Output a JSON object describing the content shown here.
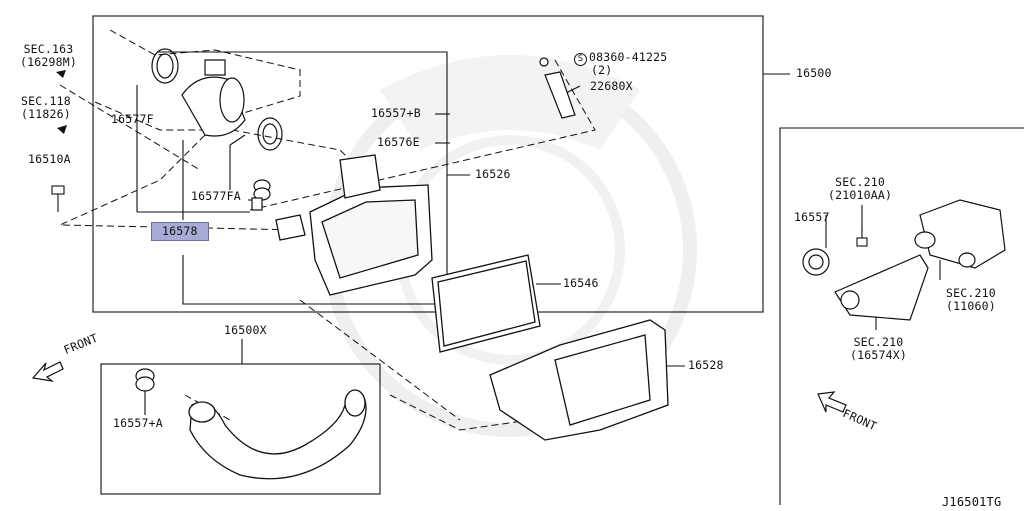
{
  "diagram_id": "J16501TG",
  "labels": {
    "p16500": "16500",
    "p16500x": "16500X",
    "p16526": "16526",
    "p16528": "16528",
    "p16546": "16546",
    "p16510a": "16510A",
    "p16557": "16557",
    "p16557a": "16557+A",
    "p16557b": "16557+B",
    "p16576e": "16576E",
    "p16577f": "16577F",
    "p16577fa": "16577FA",
    "p16578": "16578",
    "p22680x": "22680X",
    "bolt_spec": "08360-41225",
    "bolt_qty": "(2)",
    "bolt_symbol": "S"
  },
  "sections": {
    "sec163": {
      "title": "SEC.163",
      "code": "(16298M)"
    },
    "sec118": {
      "title": "SEC.118",
      "code": "(11826)"
    },
    "sec210a": {
      "title": "SEC.210",
      "code": "(21010AA)"
    },
    "sec210b": {
      "title": "SEC.210",
      "code": "(11060)"
    },
    "sec210c": {
      "title": "SEC.210",
      "code": "(16574X)"
    }
  },
  "front_labels": {
    "left": "FRONT",
    "right": "FRONT"
  },
  "highlight": {
    "part": "16578",
    "color": "#a7acd6"
  }
}
